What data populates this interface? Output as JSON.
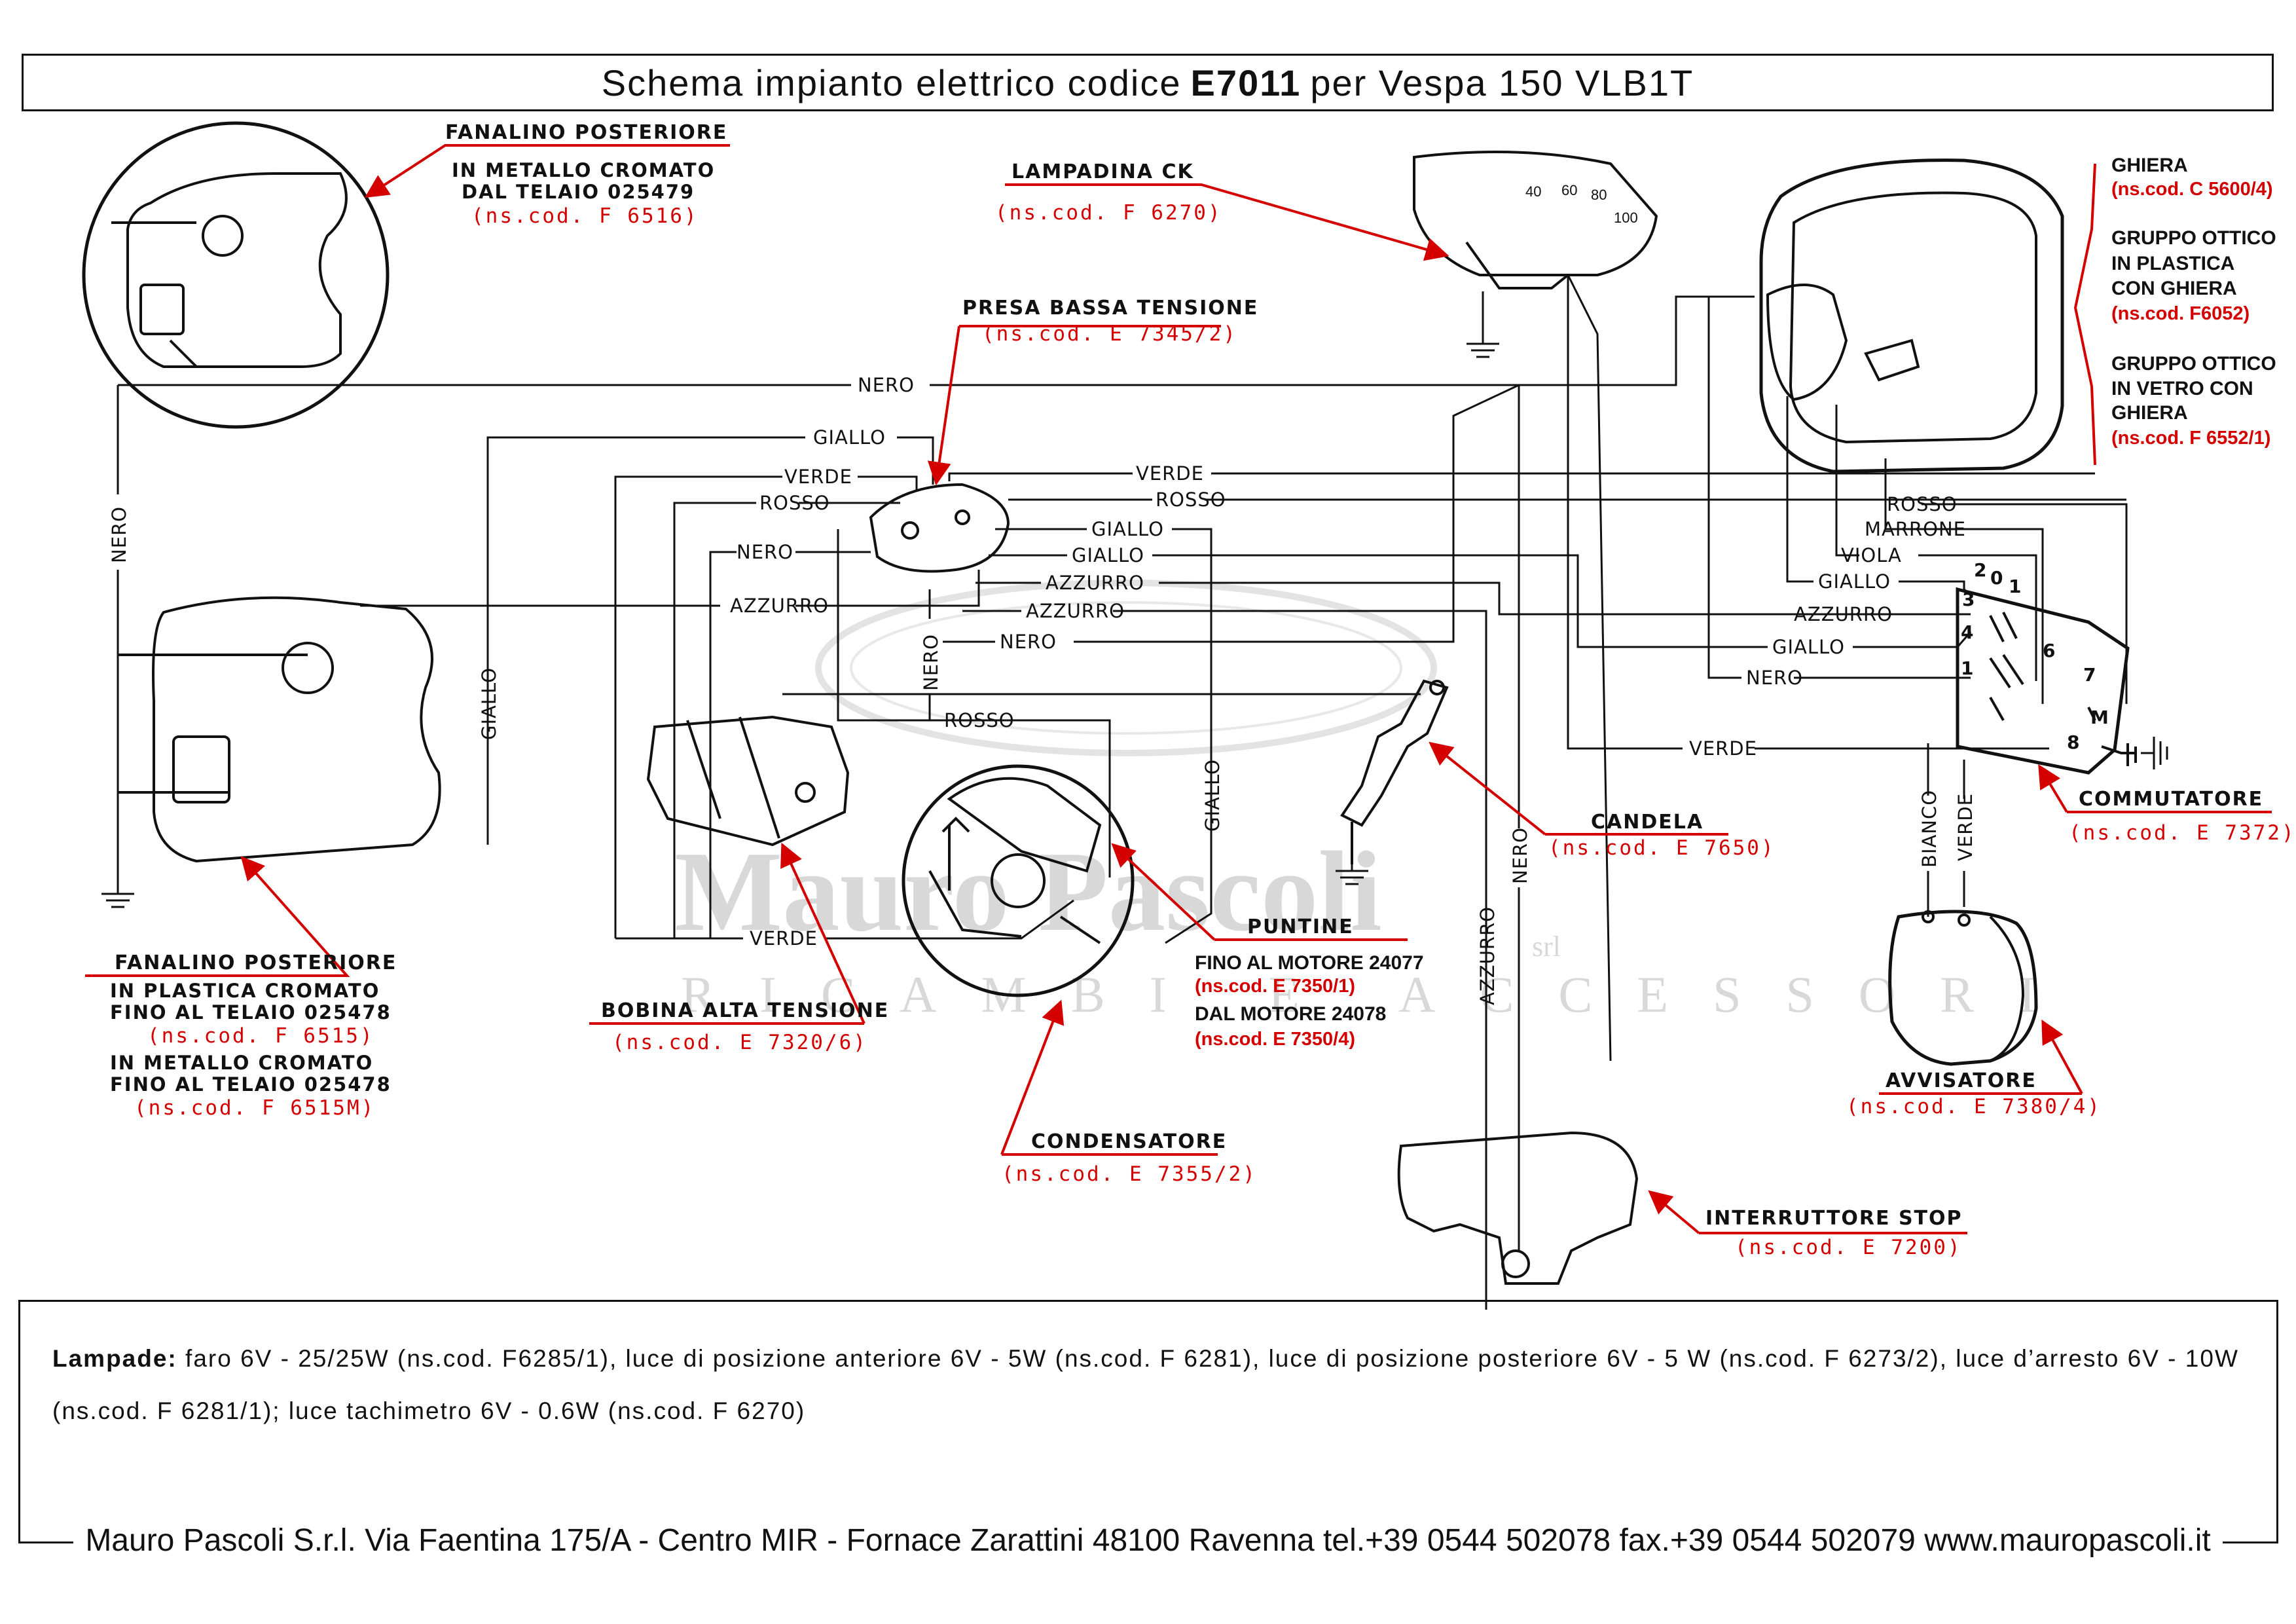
{
  "title": {
    "prefix": "Schema impianto elettrico codice",
    "code": "E7011",
    "suffix": "per Vespa 150 VLB1T"
  },
  "watermark": {
    "brand": "Mauro Pascoli",
    "srl": "srl",
    "sub": "RICAMBI E ACCESSORI"
  },
  "components": {
    "fanalino_post_top": {
      "name": "FANALINO POSTERIORE",
      "line1": "IN METALLO CROMATO",
      "line2": "DAL TELAIO 025479",
      "code": "(ns.cod. F 6516)"
    },
    "lampadina_ck": {
      "name": "LAMPADINA CK",
      "code": "(ns.cod. F 6270)"
    },
    "presa_bassa": {
      "name": "PRESA BASSA TENSIONE",
      "code": "(ns.cod. E 7345/2)"
    },
    "ghiera": {
      "name": "GHIERA",
      "code": "(ns.cod. C 5600/4)"
    },
    "gruppo_plastica": {
      "line1": "GRUPPO OTTICO",
      "line2": "IN PLASTICA",
      "line3": "CON GHIERA",
      "code": "(ns.cod. F6052)"
    },
    "gruppo_vetro": {
      "line1": "GRUPPO OTTICO",
      "line2": "IN VETRO CON",
      "line3": "GHIERA",
      "code": "(ns.cod. F 6552/1)"
    },
    "candela": {
      "name": "CANDELA",
      "code": "(ns.cod. E 7650)"
    },
    "commutatore": {
      "name": "COMMUTATORE",
      "code": "(ns.cod. E 7372)"
    },
    "puntine": {
      "name": "PUNTINE",
      "line1": "FINO AL MOTORE 24077",
      "code1": "(ns.cod. E 7350/1)",
      "line2": "DAL MOTORE 24078",
      "code2": "(ns.cod. E 7350/4)"
    },
    "fanalino_post_bottom": {
      "name": "FANALINO POSTERIORE",
      "line1": "IN  PLASTICA  CROMATO",
      "line2": "FINO AL TELAIO 025478",
      "code1": "(ns.cod. F 6515)",
      "line3": "IN  METALLO  CROMATO",
      "line4": "FINO AL TELAIO 025478",
      "code2": "(ns.cod. F 6515M)"
    },
    "bobina": {
      "name": "BOBINA ALTA TENSIONE",
      "code": "(ns.cod. E 7320/6)"
    },
    "avvisatore": {
      "name": "AVVISATORE",
      "code": "(ns.cod. E 7380/4)"
    },
    "condensatore": {
      "name": "CONDENSATORE",
      "code": "(ns.cod. E 7355/2)"
    },
    "interruttore": {
      "name": "INTERRUTTORE STOP",
      "code": "(ns.cod. E 7200)"
    }
  },
  "wires": {
    "nero_top": "NERO",
    "nero_vert": "NERO",
    "giallo_top": "GIALLO",
    "giallo_vert": "GIALLO",
    "verde_l": "VERDE",
    "rosso_l": "ROSSO",
    "nero_l": "NERO",
    "azzurro_l": "AZZURRO",
    "verde_r": "VERDE",
    "rosso_r": "ROSSO",
    "giallo_r1": "GIALLO",
    "giallo_r2": "GIALLO",
    "azzurro_r1": "AZZURRO",
    "azzurro_r2": "AZZURRO",
    "nero_r": "NERO",
    "nero_vert_mid": "NERO",
    "rosso_mid": "ROSSO",
    "giallo_vert_mid": "GIALLO",
    "verde_bottom": "VERDE",
    "azzurro_vert": "AZZURRO",
    "nero_vert_r": "NERO",
    "verde_comm": "VERDE",
    "rosso_c": "ROSSO",
    "marrone_c": "MARRONE",
    "viola_c": "VIOLA",
    "giallo_c1": "GIALLO",
    "azzurro_c": "AZZURRO",
    "giallo_c2": "GIALLO",
    "nero_c": "NERO",
    "bianco_v": "BIANCO",
    "verde_v": "VERDE"
  },
  "commutatore_pins": {
    "p2": "2",
    "p0": "0",
    "p1": "1",
    "p3": "3",
    "p4": "4",
    "p1b": "1",
    "p6": "6",
    "p7": "7",
    "pM": "M",
    "p8": "8"
  },
  "gauge_ticks": {
    "t40": "40",
    "t60": "60",
    "t80": "80",
    "t100": "100"
  },
  "lampade": {
    "label": "Lampade:",
    "text": "faro 6V - 25/25W (ns.cod. F6285/1), luce di posizione anteriore 6V - 5W (ns.cod. F 6281), luce di posizione posteriore 6V - 5 W (ns.cod. F 6273/2),  luce d’arresto 6V - 10W (ns.cod. F 6281/1); luce tachimetro 6V - 0.6W (ns.cod. F 6270)"
  },
  "footer": "Mauro Pascoli S.r.l. Via Faentina 175/A - Centro MIR - Fornace Zarattini 48100 Ravenna tel.+39 0544 502078 fax.+39 0544 502079 www.mauropascoli.it",
  "colors": {
    "callout": "#d40000",
    "line": "#111111",
    "watermark": "#d8d8d8"
  }
}
